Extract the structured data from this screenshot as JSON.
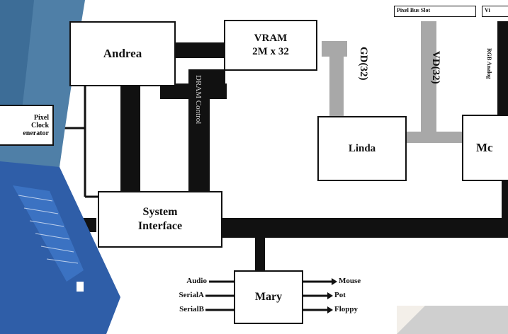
{
  "colors": {
    "bus": "#111111",
    "gray_bus": "#a8a8a8",
    "left_blue": "#4f7fa7",
    "disk_blue": "#2f5ea8",
    "accent_orange": "#e07a3a"
  },
  "blocks": {
    "andrea": "Andrea",
    "vram_line1": "VRAM",
    "vram_line2": "2M x 32",
    "linda": "Linda",
    "mc": "Mc",
    "system_line1": "System",
    "system_line2": "Interface",
    "mary": "Mary",
    "pixel_clock": [
      "Pixel",
      "Clock",
      "enerator"
    ]
  },
  "bus_labels": {
    "gd": "GD(32)",
    "vd": "VD(32)",
    "dram": "DRAM Control",
    "rgb": "RGB Analog"
  },
  "slots": {
    "pixel_bus_slot": "Pixel Bus Slot",
    "vi": "Vi"
  },
  "io_left": [
    "Audio",
    "SerialA",
    "SerialB"
  ],
  "io_right": [
    "Mouse",
    "Pot",
    "Floppy"
  ],
  "icons": {
    "floppy_disk": "floppy-disk-icon"
  }
}
